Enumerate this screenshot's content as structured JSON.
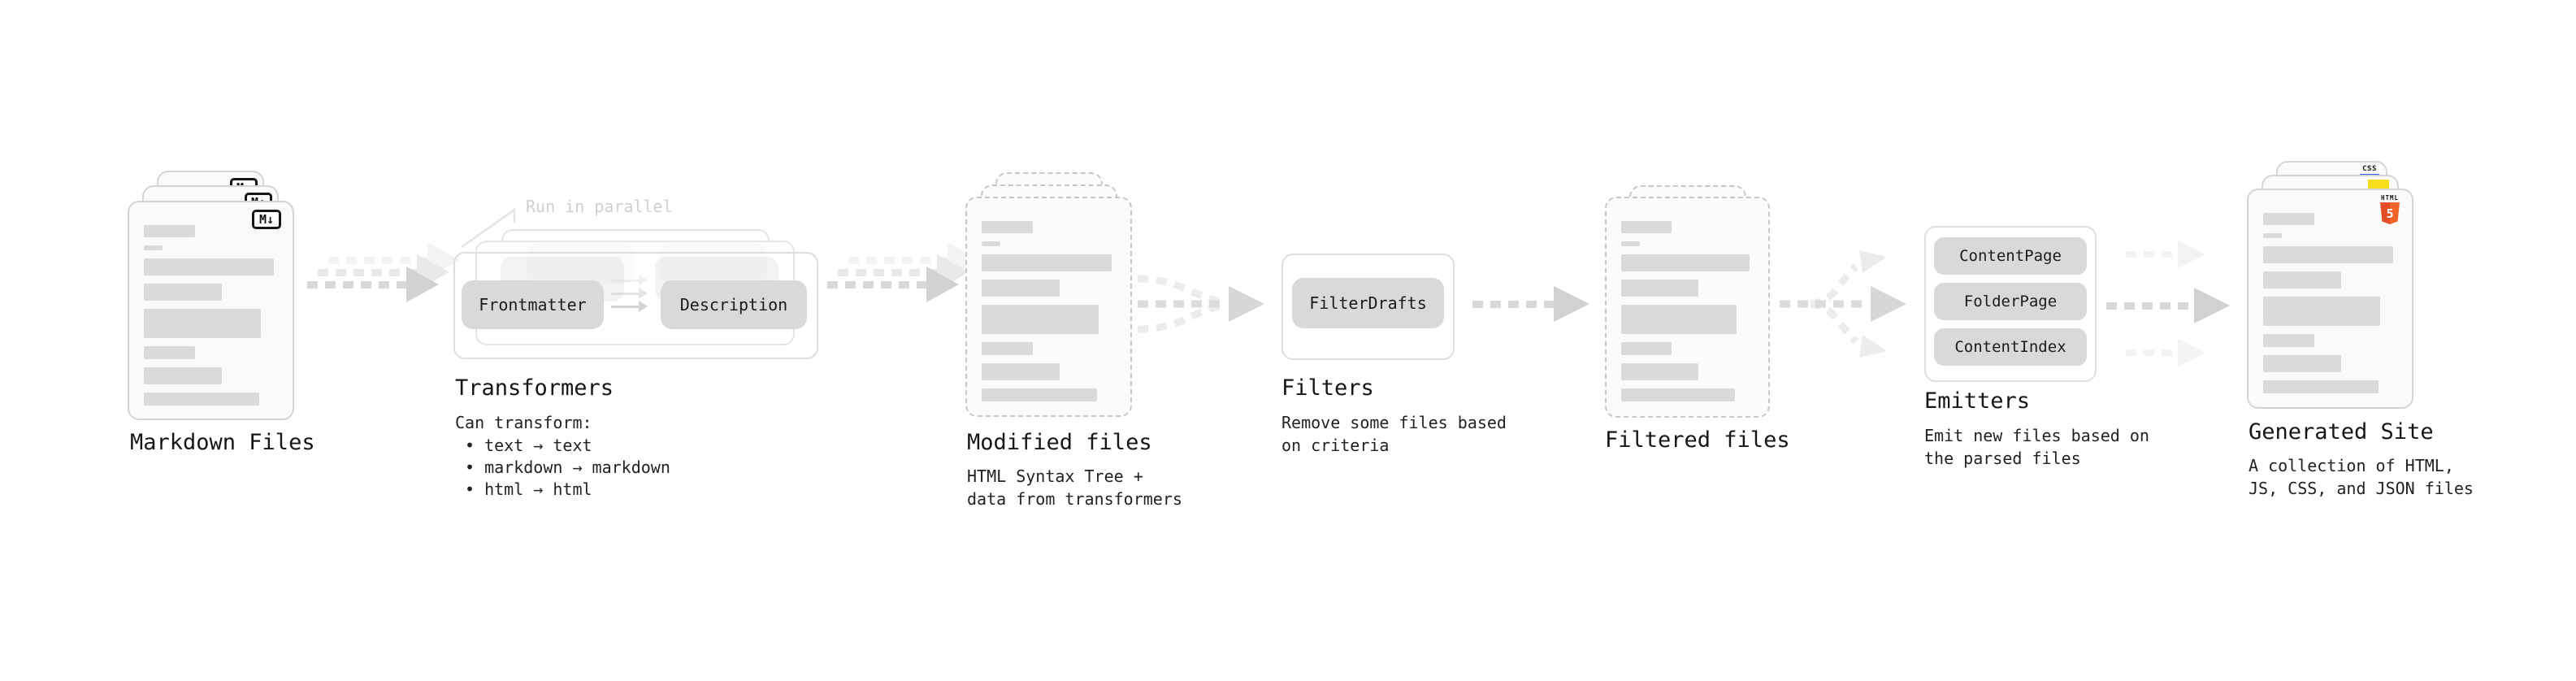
{
  "diagram": {
    "markdown": {
      "label": "Markdown Files",
      "badge": "M↓"
    },
    "transformers": {
      "title": "Transformers",
      "note": "Run in parallel",
      "pill_left": "Frontmatter",
      "pill_right": "Description",
      "desc_title": "Can transform:",
      "bullets": [
        "• text → text",
        "• markdown → markdown",
        "• html → html"
      ]
    },
    "modified": {
      "label": "Modified files",
      "desc": "HTML Syntax Tree +\ndata from transformers"
    },
    "filters": {
      "title": "Filters",
      "pill": "FilterDrafts",
      "desc": "Remove some files based\non criteria"
    },
    "filtered": {
      "label": "Filtered files"
    },
    "emitters": {
      "title": "Emitters",
      "pills": [
        "ContentPage",
        "FolderPage",
        "ContentIndex"
      ],
      "desc": "Emit new files based on\nthe parsed files"
    },
    "generated": {
      "label": "Generated Site",
      "desc": "A collection of HTML,\nJS, CSS, and JSON files",
      "badge_css": "CSS",
      "badge_html_label": "HTML",
      "badge_html_number": "5"
    }
  },
  "colors": {
    "html5_orange": "#e44d26",
    "js_yellow": "#f7df1e",
    "css_blue": "#2d63ea",
    "pill_gray": "#d9d9d9",
    "arrow_gray": "#d6d6d6",
    "ink": "#1a1a1a"
  }
}
